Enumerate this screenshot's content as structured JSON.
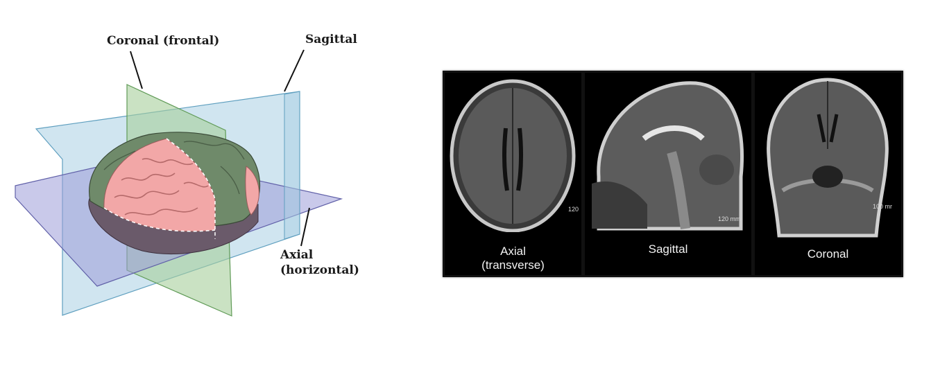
{
  "diagram": {
    "labels": {
      "coronal": "Coronal (frontal)",
      "sagittal": "Sagittal",
      "axial_line1": "Axial",
      "axial_line2": "(horizontal)"
    },
    "colors": {
      "sagittal_plane": "#a9cfe3",
      "coronal_plane": "#a6cf9b",
      "axial_plane": "#9c9cd9",
      "cortex_pink": "#f2a7a7",
      "cortex_gray": "#6f8a6a"
    }
  },
  "mri": {
    "panels": [
      {
        "caption_line1": "Axial",
        "caption_line2": "(transverse)",
        "scale": "120"
      },
      {
        "caption_line1": "Sagittal",
        "caption_line2": "",
        "scale": "120 mm"
      },
      {
        "caption_line1": "Coronal",
        "caption_line2": "",
        "scale": "100 mr"
      }
    ]
  }
}
